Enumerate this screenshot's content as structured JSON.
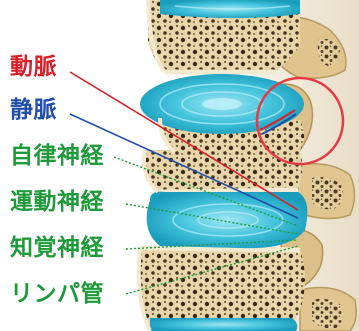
{
  "labels": [
    {
      "key": "artery",
      "text": "動脈",
      "color": "#d8202a"
    },
    {
      "key": "vein",
      "text": "静脈",
      "color": "#1f4fa8"
    },
    {
      "key": "autonomic_nerve",
      "text": "自律神経",
      "color": "#1e9a3a"
    },
    {
      "key": "motor_nerve",
      "text": "運動神経",
      "color": "#1e9a3a"
    },
    {
      "key": "sensory_nerve",
      "text": "知覚神経",
      "color": "#1e9a3a"
    },
    {
      "key": "lymphatic_vessel",
      "text": "リンパ管",
      "color": "#1e9a3a"
    }
  ],
  "colors": {
    "disc": "#3bbfd9",
    "bone": "#e6d2a4",
    "cortex": "#f4ead2",
    "highlight_circle": "#e43a45"
  }
}
